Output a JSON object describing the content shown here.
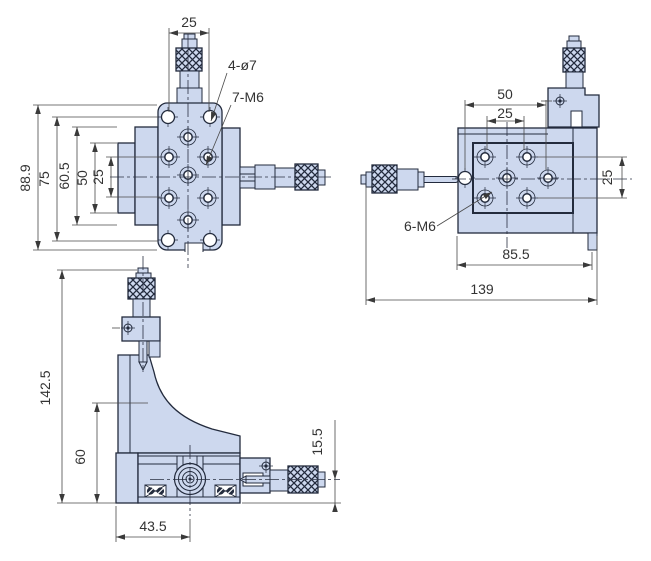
{
  "drawing": {
    "palette": {
      "part_fill": "#cdd8ee",
      "outline": "#232b3d",
      "dim_line": "#4a4a4a",
      "text": "#333333",
      "background": "#ffffff"
    },
    "top_view": {
      "dim_knob_width": "25",
      "dim_overall_height": "88.9",
      "dim_hole_span_75": "75",
      "dim_platform_60_5": "60.5",
      "dim_tab_50": "50",
      "dim_hole_pitch_25": "25",
      "label_through_holes": "4-ø7",
      "label_tapped_holes": "7-M6"
    },
    "side_view": {
      "dim_hole_span_50": "50",
      "dim_hole_pitch_25": "25",
      "dim_row_pitch_25": "25",
      "dim_body_width_85_5": "85.5",
      "dim_overall_width_139": "139",
      "label_tapped_holes": "6-M6"
    },
    "front_view": {
      "dim_overall_height_142_5": "142.5",
      "dim_base_height_60": "60",
      "dim_axis_height_15_5": "15.5",
      "dim_center_offset_43_5": "43.5"
    }
  }
}
